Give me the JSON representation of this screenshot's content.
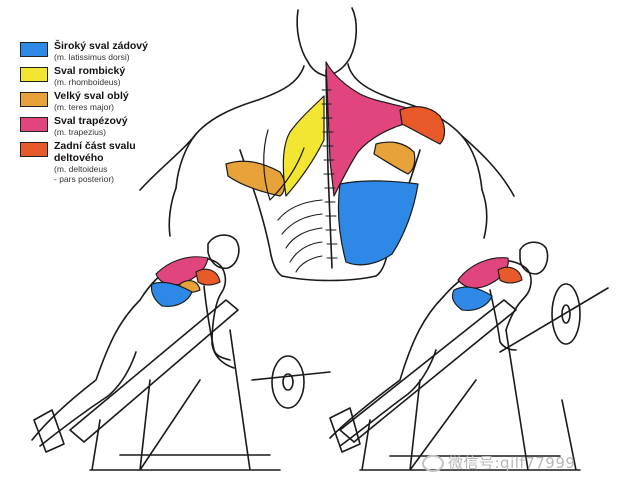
{
  "legend": [
    {
      "name": "Široký sval zádový",
      "latin": "(m. latissimus dorsi)",
      "color": "#2e88e6"
    },
    {
      "name": "Sval rombický",
      "latin": "(m. rhomboideus)",
      "color": "#f2e633"
    },
    {
      "name": "Velký sval oblý",
      "latin": "(m. teres major)",
      "color": "#e8a23a"
    },
    {
      "name": "Sval trapézový",
      "latin": "(m. trapezius)",
      "color": "#e0457e"
    },
    {
      "name": "Zadní část svalu deltového",
      "latin": "(m. deltoideus",
      "extra": "- pars posterior)",
      "color": "#e85a2a"
    }
  ],
  "watermark": "微信号:qilf77999"
}
